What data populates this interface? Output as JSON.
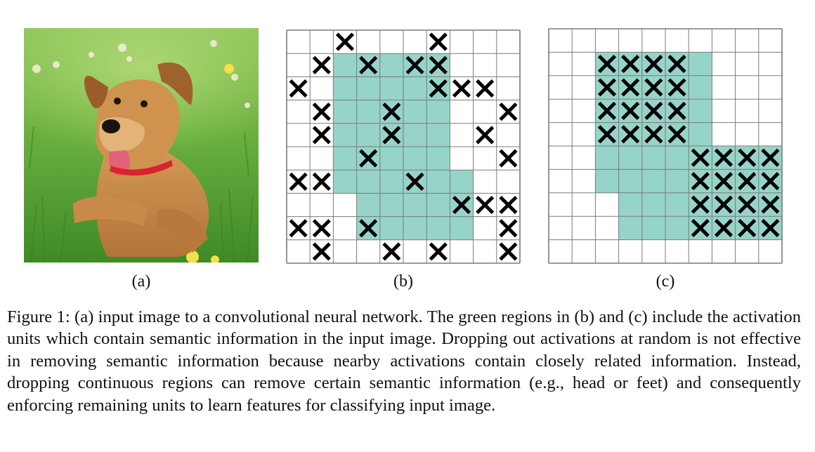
{
  "panels": [
    {
      "id": "a",
      "label": "(a)"
    },
    {
      "id": "b",
      "label": "(b)"
    },
    {
      "id": "c",
      "label": "(c)"
    }
  ],
  "caption": {
    "prefix": "Figure 1:",
    "text": "(a) input image to a convolutional neural network. The green regions in (b) and (c) include the activation units which contain semantic information in the input image. Dropping out activations at random is not effective in removing semantic information because nearby activations contain closely related information.  Instead, dropping continuous regions can remove certain semantic information (e.g., head or feet) and consequently enforcing remaining units to learn features for classifying input image."
  },
  "colors": {
    "semantic_region": "#96d4c9",
    "grid_line": "#7a7a7a",
    "drop_mark": "#000000",
    "grass": "#5fa83a",
    "dog": "#c98a4b"
  },
  "grid_b": {
    "rows": 10,
    "cols": 10,
    "green": [
      "0000000000",
      "0011111000",
      "0011111000",
      "0011111000",
      "0011111000",
      "0011111000",
      "0011111100",
      "0001111100",
      "0001111100",
      "0000000000"
    ],
    "drops": [
      [
        0,
        2
      ],
      [
        0,
        6
      ],
      [
        1,
        1
      ],
      [
        1,
        3
      ],
      [
        1,
        5
      ],
      [
        1,
        6
      ],
      [
        2,
        0
      ],
      [
        2,
        6
      ],
      [
        2,
        7
      ],
      [
        2,
        8
      ],
      [
        3,
        1
      ],
      [
        3,
        4
      ],
      [
        3,
        9
      ],
      [
        4,
        1
      ],
      [
        4,
        4
      ],
      [
        4,
        8
      ],
      [
        5,
        3
      ],
      [
        5,
        9
      ],
      [
        6,
        0
      ],
      [
        6,
        1
      ],
      [
        6,
        5
      ],
      [
        7,
        7
      ],
      [
        7,
        8
      ],
      [
        7,
        9
      ],
      [
        8,
        0
      ],
      [
        8,
        1
      ],
      [
        8,
        3
      ],
      [
        8,
        9
      ],
      [
        9,
        1
      ],
      [
        9,
        4
      ],
      [
        9,
        6
      ],
      [
        9,
        9
      ]
    ]
  },
  "grid_c": {
    "rows": 10,
    "cols": 10,
    "green": [
      "0000000000",
      "0011111000",
      "0011111000",
      "0011111000",
      "0011111000",
      "0011111111",
      "0011111111",
      "0001111111",
      "0001111111",
      "0000000000"
    ],
    "drops": [
      [
        1,
        2
      ],
      [
        1,
        3
      ],
      [
        1,
        4
      ],
      [
        1,
        5
      ],
      [
        2,
        2
      ],
      [
        2,
        3
      ],
      [
        2,
        4
      ],
      [
        2,
        5
      ],
      [
        3,
        2
      ],
      [
        3,
        3
      ],
      [
        3,
        4
      ],
      [
        3,
        5
      ],
      [
        4,
        2
      ],
      [
        4,
        3
      ],
      [
        4,
        4
      ],
      [
        4,
        5
      ],
      [
        5,
        6
      ],
      [
        5,
        7
      ],
      [
        5,
        8
      ],
      [
        5,
        9
      ],
      [
        6,
        6
      ],
      [
        6,
        7
      ],
      [
        6,
        8
      ],
      [
        6,
        9
      ],
      [
        7,
        6
      ],
      [
        7,
        7
      ],
      [
        7,
        8
      ],
      [
        7,
        9
      ],
      [
        8,
        6
      ],
      [
        8,
        7
      ],
      [
        8,
        8
      ],
      [
        8,
        9
      ]
    ]
  }
}
